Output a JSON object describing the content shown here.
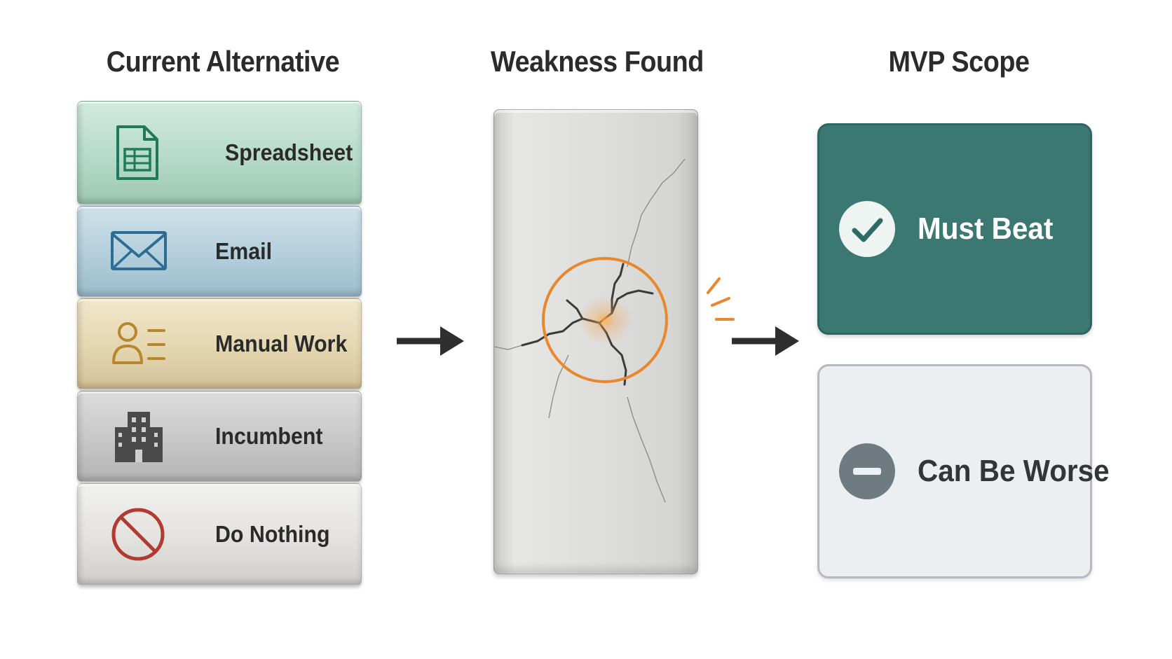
{
  "columns": {
    "current_alternative": {
      "title": "Current Alternative",
      "items": [
        {
          "label": "Spreadsheet",
          "icon": "spreadsheet-icon",
          "color": "#1f7a5c"
        },
        {
          "label": "Email",
          "icon": "envelope-icon",
          "color": "#2c6e93"
        },
        {
          "label": "Manual Work",
          "icon": "person-list-icon",
          "color": "#b8862b"
        },
        {
          "label": "Incumbent",
          "icon": "office-building-icon",
          "color": "#4a4a4a"
        },
        {
          "label": "Do Nothing",
          "icon": "prohibited-icon",
          "color": "#b33a30"
        }
      ]
    },
    "weakness_found": {
      "title": "Weakness Found",
      "highlight_color": "#e8872c"
    },
    "mvp_scope": {
      "title": "MVP Scope",
      "must_beat": {
        "label": "Must Beat",
        "icon": "checkmark-icon",
        "color": "#3b7872"
      },
      "can_be_worse": {
        "label": "Can Be Worse",
        "icon": "minus-icon",
        "color": "#6f7b80"
      }
    }
  },
  "arrow_color": "#2e2e2e"
}
